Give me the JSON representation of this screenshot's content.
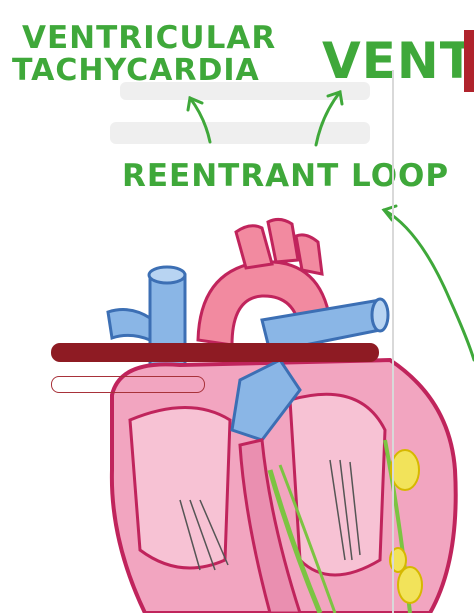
{
  "title_left_line1": "VENTRICULAR",
  "title_left_line2": "TACHYCARDIA",
  "title_right": "VENT",
  "label": "REENTRANT LOOP",
  "colors": {
    "green": "#3fa83a",
    "dark_red": "#8e1b23",
    "heart_pink": "#f2a5c0",
    "heart_outline": "#c0245c",
    "vessel_blue": "#8ab6e6",
    "yellow": "#f2e35a"
  }
}
